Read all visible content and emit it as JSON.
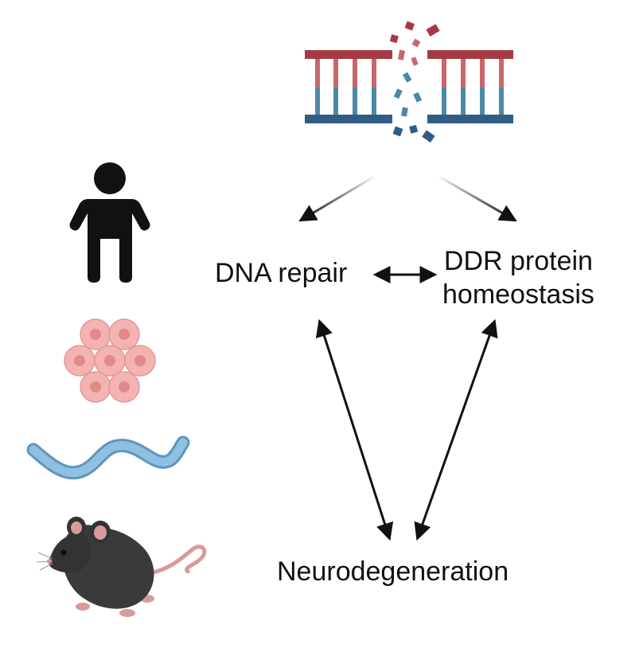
{
  "nodes": {
    "dna_repair": "DNA repair",
    "ddr_line1": "DDR protein",
    "ddr_line2": "homeostasis",
    "neurodegeneration": "Neurodegeneration"
  },
  "model_organisms": [
    "human-icon",
    "cells-icon",
    "worm-icon",
    "mouse-icon"
  ],
  "colors": {
    "dna_strand_top": "#a63a44",
    "dna_strand_top_rungs": "#c9666e",
    "dna_strand_bottom": "#2f5d86",
    "dna_strand_bottom_rungs": "#4d88a8",
    "cell": "#f3b3b1",
    "cell_nucleus": "#e08a8c",
    "worm": "#7fb2d8",
    "mouse": "#3a3a3a",
    "mouse_pink": "#d99a9a",
    "text": "#111111"
  }
}
